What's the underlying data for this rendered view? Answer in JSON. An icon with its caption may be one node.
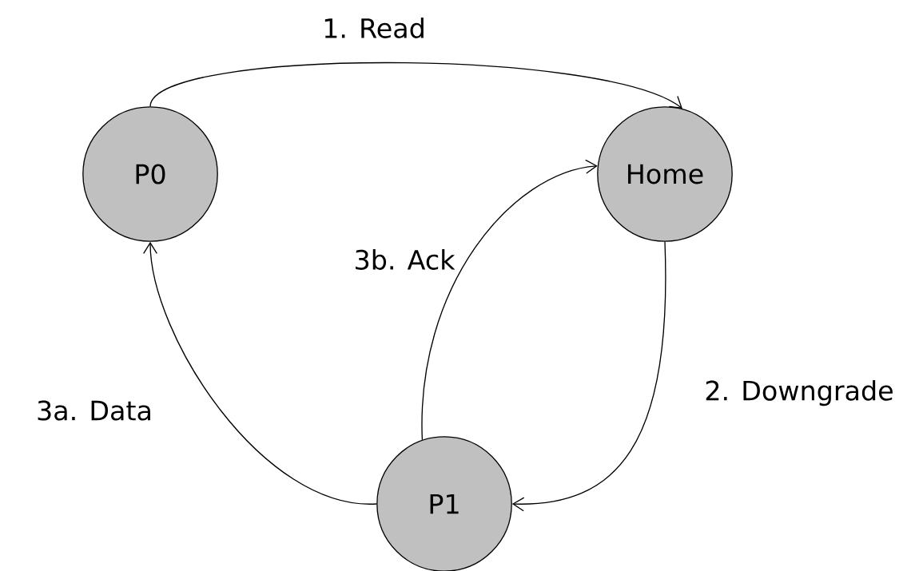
{
  "diagram": {
    "nodes": [
      {
        "text": [
          "P0"
        ]
      },
      {
        "text": [
          "Home"
        ]
      },
      {
        "text": [
          "P1"
        ]
      }
    ],
    "edges": [
      {
        "from": 0,
        "to": 1,
        "arrow": "to",
        "label": "1. Read"
      },
      {
        "from": 1,
        "to": 2,
        "arrow": "to",
        "label": "2. Downgrade"
      },
      {
        "from": 2,
        "to": 0,
        "arrow": "to",
        "label": "3a. Data"
      },
      {
        "from": 2,
        "to": 1,
        "arrow": "to",
        "label": "3b. Ack"
      }
    ]
  }
}
